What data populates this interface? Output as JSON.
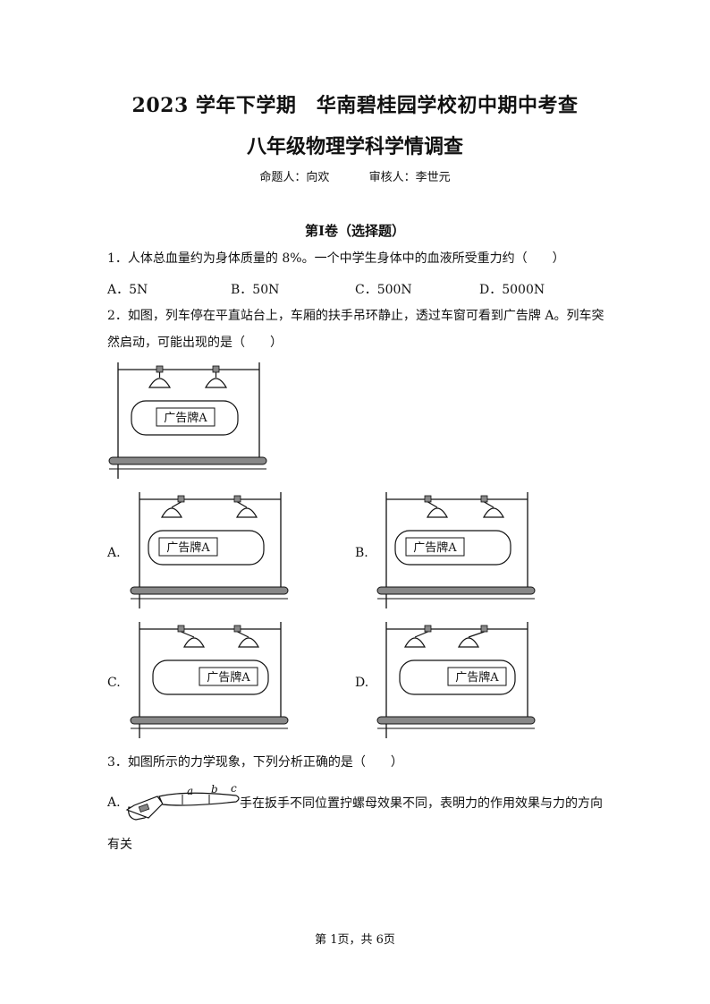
{
  "header": {
    "title_line1": "2023 学年下学期　华南碧桂园学校初中期中考查",
    "title_line2": "八年级物理学科学情调查",
    "author": "命题人：向欢",
    "reviewer": "审核人：李世元"
  },
  "section_title": "第Ⅰ卷（选择题）",
  "q1": {
    "text": "1．人体总血量约为身体质量的 8%。一个中学生身体中的血液所受重力约（　　）",
    "options": [
      "A．5N",
      "B．50N",
      "C．500N",
      "D．5000N"
    ]
  },
  "q2": {
    "text_line1": "2．如图，列车停在平直站台上，车厢的扶手吊环静止，透过车窗可看到广告牌 A。列车突",
    "text_line2": "然启动，可能出现的是（　　）",
    "billboard": "广告牌A",
    "option_labels": [
      "A.",
      "B.",
      "C.",
      "D."
    ]
  },
  "q3": {
    "text": "3．如图所示的力学现象，下列分析正确的是（　　）",
    "optA_label": "A.",
    "optA_text": "手在扳手不同位置拧螺母效果不同，表明力的作用效果与力的方向",
    "optA_cont": "有关",
    "wrench_labels": [
      "a",
      "b",
      "c"
    ]
  },
  "footer": "第 1页，共 6页"
}
